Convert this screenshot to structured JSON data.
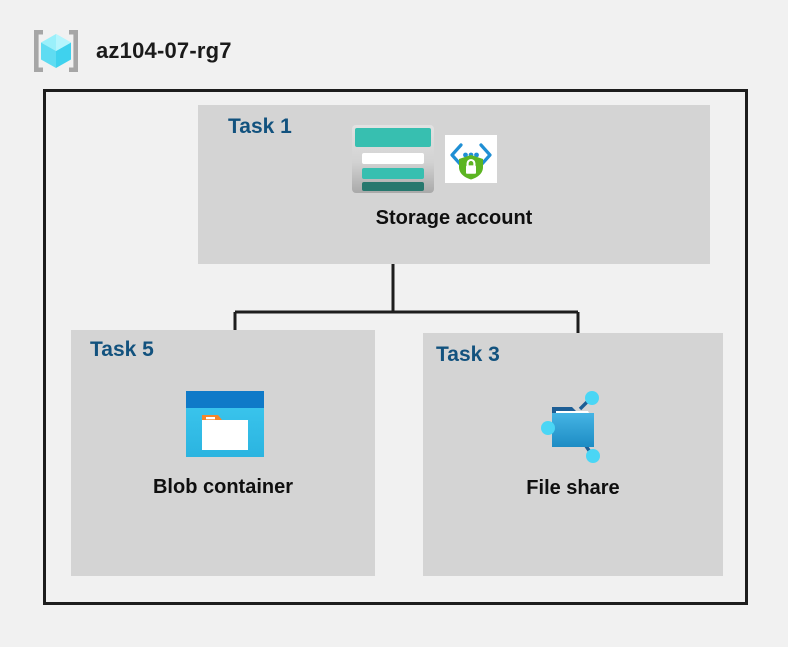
{
  "header": {
    "title": "az104-07-rg7",
    "icon": "resource-group-icon"
  },
  "diagram": {
    "type": "hierarchy",
    "root": "Storage account",
    "colors": {
      "page_background": "#f1f1f1",
      "task_box_fill": "#d4d4d4",
      "container_border": "#1d1d1d",
      "task_label_blue": "#12527e",
      "caption_black": "#0f0f0f",
      "storage_teal": "#37bfb0",
      "storage_dark_teal": "#27786e",
      "blob_blue": "#0f7ac8",
      "blob_cyan": "#35c1ee",
      "blob_orange": "#f5862a",
      "fileshare_blue": "#2e9bd6",
      "fileshare_node_cyan": "#4ad6f5",
      "shield_green": "#5cb522",
      "bracket_blue": "#1f8fd4",
      "rg_cube_cyan": "#7ee8f7",
      "rg_bracket_gray": "#a6a6a6"
    },
    "nodes": [
      {
        "id": "task-1",
        "task_label": "Task 1",
        "caption": "Storage account",
        "icons": [
          "storage-account-icon",
          "secure-endpoint-icon"
        ]
      },
      {
        "id": "task-5",
        "task_label": "Task 5",
        "caption": "Blob container",
        "icons": [
          "blob-container-icon"
        ]
      },
      {
        "id": "task-3",
        "task_label": "Task 3",
        "caption": "File share",
        "icons": [
          "file-share-icon"
        ]
      }
    ],
    "edges": [
      {
        "from": "task-1",
        "to": "task-5"
      },
      {
        "from": "task-1",
        "to": "task-3"
      }
    ]
  }
}
